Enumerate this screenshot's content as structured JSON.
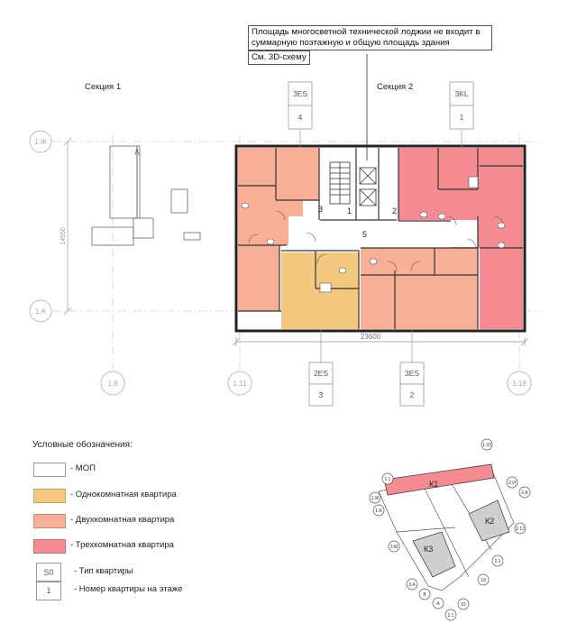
{
  "note": {
    "line1": "Площадь многосветной технической лоджии не входит в",
    "line2": "суммарную поэтажную и общую площадь здания",
    "link": "См. 3D-схему"
  },
  "sections": {
    "s1": "Секция 1",
    "s2": "Секция 2"
  },
  "apartment_tags": [
    {
      "type": "3ES",
      "number": "4"
    },
    {
      "type": "3KL",
      "number": "1"
    },
    {
      "type": "2ES",
      "number": "3"
    },
    {
      "type": "3ES",
      "number": "2"
    }
  ],
  "axes": {
    "a_zh": "1.Ж",
    "a_a": "1.А",
    "a_18": "1.8",
    "a_111": "1.11",
    "a_118": "1.18"
  },
  "dimensions": {
    "width": "23600",
    "height": "14550"
  },
  "room_numbers": {
    "r1": "1",
    "r2": "2",
    "r3": "3",
    "r5": "5"
  },
  "legend": {
    "title": "Условные обозначения:",
    "items": [
      {
        "label": "- МОП",
        "color": "#ffffff"
      },
      {
        "label": "- Однокомнатная квартира",
        "color": "#f5c87f"
      },
      {
        "label": "- Двухкомнатная квартира",
        "color": "#f7b095"
      },
      {
        "label": "- Трехкомнатная квартира",
        "color": "#f48b90"
      }
    ],
    "type_box": "S0",
    "type_label": "- Тип квартиры",
    "num_box": "1",
    "num_label": "- Номер квартиры на этаже"
  },
  "keyplan": {
    "k1": "К1",
    "k2": "К2",
    "k3": "К3",
    "axes": [
      "1.33",
      "1.1",
      "1.Ж",
      "1.А",
      "2.И",
      "2.А",
      "2.13",
      "2.1",
      "3.М",
      "19",
      "3.А",
      "В",
      "А",
      "15",
      "3.1"
    ]
  }
}
